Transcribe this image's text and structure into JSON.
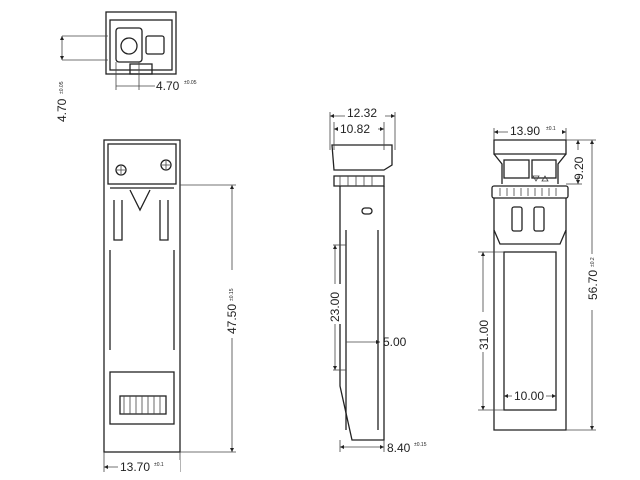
{
  "drawing": {
    "top_view": {
      "dim_vertical": "4.70",
      "dim_vertical_tol": "±0.05",
      "dim_horizontal": "4.70",
      "dim_horizontal_tol": "±0.05"
    },
    "front_view": {
      "length": "47.50",
      "length_tol": "±0.15",
      "width": "13.70",
      "width_tol": "±0.1"
    },
    "side_view": {
      "overall_top": "12.32",
      "inner_top": "10.82",
      "label_height": "23.00",
      "slot_depth": "5.00",
      "body_thickness": "8.40",
      "body_thickness_tol": "±0.15"
    },
    "back_view": {
      "width": "13.90",
      "width_tol": "±0.1",
      "head_height": "9.20",
      "overall_length": "56.70",
      "overall_length_tol": "±0.2",
      "label_length": "31.00",
      "label_width": "10.00"
    }
  }
}
